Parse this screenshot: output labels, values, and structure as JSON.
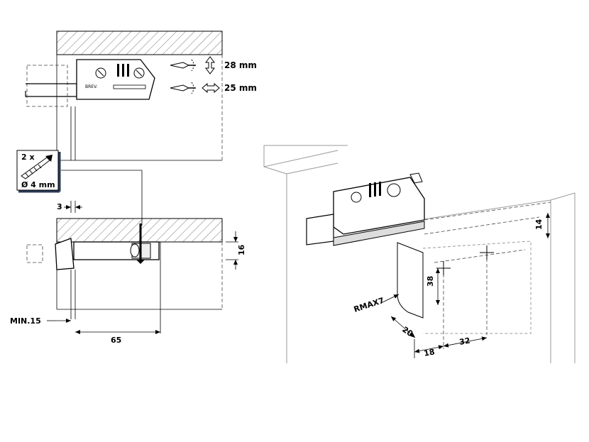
{
  "colors": {
    "line": "#000000",
    "hatch": "#555555",
    "box_border": "#2a3a55",
    "dashed": "#444444"
  },
  "adjustments": [
    {
      "label": "28 mm",
      "direction": "vertical",
      "icon": "vertical-arrow-icon"
    },
    {
      "label": "25 mm",
      "direction": "horizontal",
      "icon": "horizontal-arrow-icon"
    }
  ],
  "screw_box": {
    "count": "2 x",
    "diameter": "Ø 4 mm",
    "icon": "screw-icon"
  },
  "side_view_dims": {
    "gap": "3",
    "height": "16",
    "min_offset": "MIN.15",
    "depth": "65"
  },
  "brand_mark": "BREV.",
  "perspective_dims": {
    "top": "14",
    "height": "38",
    "radius": "RMAX7",
    "offset_a": "20",
    "offset_b": "18",
    "spacing": "32"
  }
}
